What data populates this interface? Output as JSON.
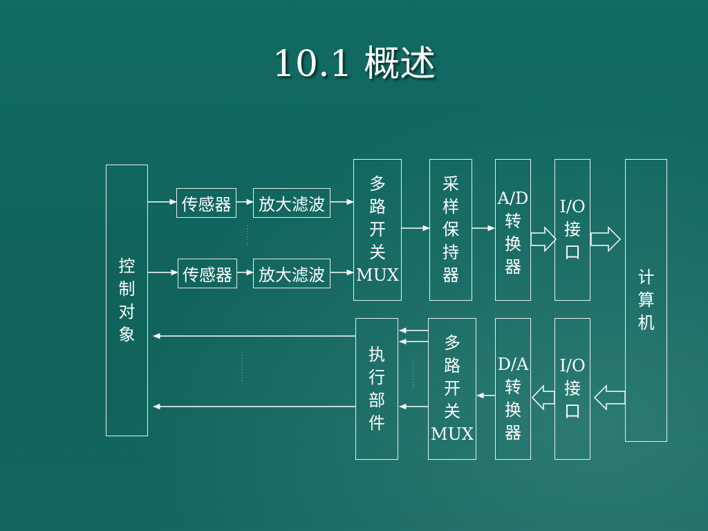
{
  "title": "10.1 概述",
  "blocks": {
    "control_object": [
      "控",
      "制",
      "对",
      "象"
    ],
    "sensor_1": "传感器",
    "amp_filter_1": "放大滤波",
    "sensor_2": "传感器",
    "amp_filter_2": "放大滤波",
    "mux_in": [
      "多",
      "路",
      "开",
      "关",
      "MUX"
    ],
    "sample_hold": [
      "采",
      "样",
      "保",
      "持",
      "器"
    ],
    "ad_converter": [
      "A/D",
      "转",
      "换",
      "器"
    ],
    "io_in": [
      "I/O",
      "接",
      "口"
    ],
    "computer": [
      "计",
      "算",
      "机"
    ],
    "actuator": [
      "执",
      "行",
      "部",
      "件"
    ],
    "mux_out": [
      "多",
      "路",
      "开",
      "关",
      "MUX"
    ],
    "da_converter": [
      "D/A",
      "转",
      "换",
      "器"
    ],
    "io_out": [
      "I/O",
      "接",
      "口"
    ]
  }
}
